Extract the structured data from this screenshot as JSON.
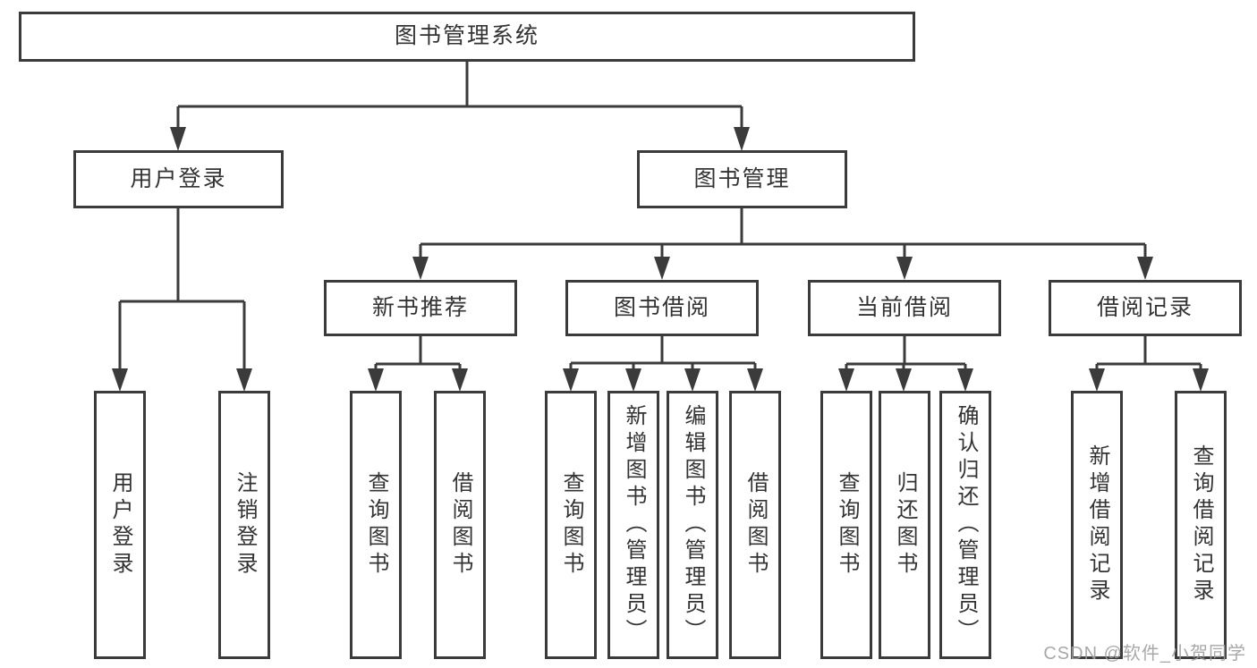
{
  "colors": {
    "line": "#3b3b3b",
    "box_border": "#3b3b3b",
    "text": "#333333",
    "background": "#ffffff",
    "watermark": "#9f9f9f"
  },
  "watermark": "CSDN @软件_小贺同学",
  "tree": {
    "root": "图书管理系统",
    "user_login": {
      "label": "用户登录",
      "children": [
        "用户登录",
        "注销登录"
      ]
    },
    "book_management": {
      "label": "图书管理",
      "new_book_recommend": {
        "label": "新书推荐",
        "children": [
          "查询图书",
          "借阅图书"
        ]
      },
      "book_borrowing": {
        "label": "图书借阅",
        "children": [
          "查询图书",
          "新增图书（管理员）",
          "编辑图书（管理员）",
          "借阅图书"
        ]
      },
      "current_borrowing": {
        "label": "当前借阅",
        "children": [
          "查询图书",
          "归还图书",
          "确认归还（管理员）"
        ]
      },
      "borrowing_records": {
        "label": "借阅记录",
        "children": [
          "新增借阅记录",
          "查询借阅记录"
        ]
      }
    }
  }
}
